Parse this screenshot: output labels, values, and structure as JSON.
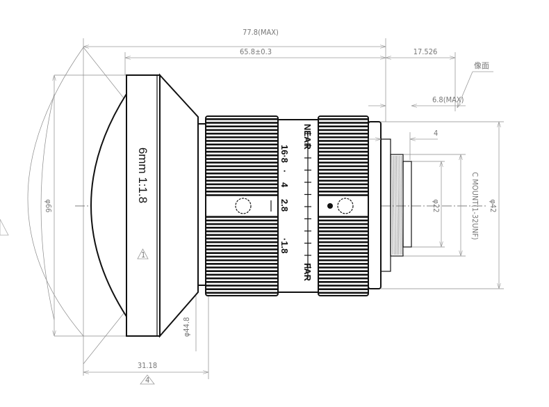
{
  "drawing": {
    "lens_label": "6mm 1:1.8",
    "note_1": "1",
    "note_4": "4",
    "image_plane_label": "像面",
    "dimensions": {
      "overall_length": "77.8(MAX)",
      "body_length": "65.8±0.3",
      "flange_distance": "17.526",
      "rear_protrusion": "6.8(MAX)",
      "mount_step": "4",
      "front_diameter": "φ66",
      "front_length": "31.18",
      "barrel_diameter": "φ44.8",
      "rear_diameter": "φ22",
      "mount_thread": "C MOUNT(1-32UNF)",
      "body_diameter": "φ42"
    },
    "focus_scale": {
      "near": "NEAR",
      "far": "FAR"
    },
    "aperture_scale": [
      "16·8",
      "·",
      "4",
      "2.8",
      "·1.8"
    ]
  }
}
